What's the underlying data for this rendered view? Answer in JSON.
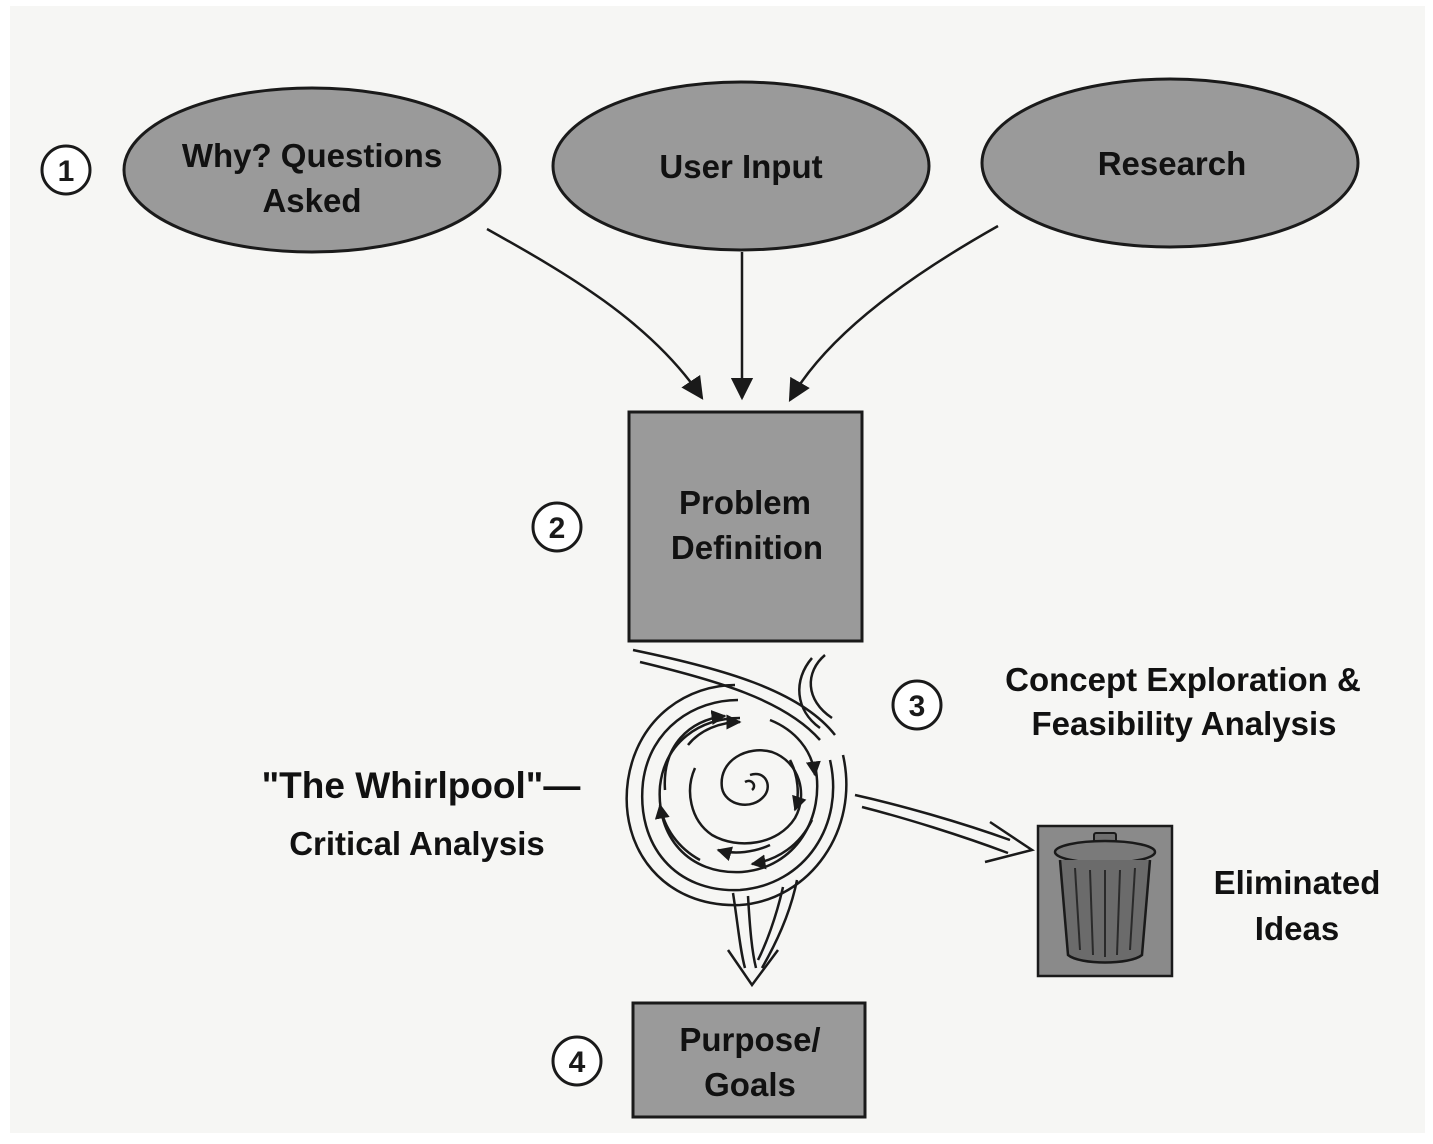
{
  "steps": {
    "step1": "1",
    "step2": "2",
    "step3": "3",
    "step4": "4"
  },
  "sources": {
    "why_line1": "Why? Questions",
    "why_line2": "Asked",
    "user_input": "User Input",
    "research": "Research"
  },
  "problem": {
    "line1": "Problem",
    "line2": "Definition"
  },
  "concept": {
    "line1": "Concept Exploration &",
    "line2": "Feasibility Analysis"
  },
  "whirlpool": {
    "line1": "\"The Whirlpool\"—",
    "line2": "Critical Analysis"
  },
  "eliminated": {
    "line1": "Eliminated",
    "line2": "Ideas"
  },
  "purpose": {
    "line1": "Purpose/",
    "line2": "Goals"
  },
  "colors": {
    "page": "#f6f6f4",
    "shape_fill": "#9a9a9a",
    "trash_fill": "#8a8a8a",
    "ink": "#1a1a1a"
  },
  "icons": [
    "trash-can-icon",
    "whirlpool-spiral-icon",
    "arrow-icon"
  ]
}
